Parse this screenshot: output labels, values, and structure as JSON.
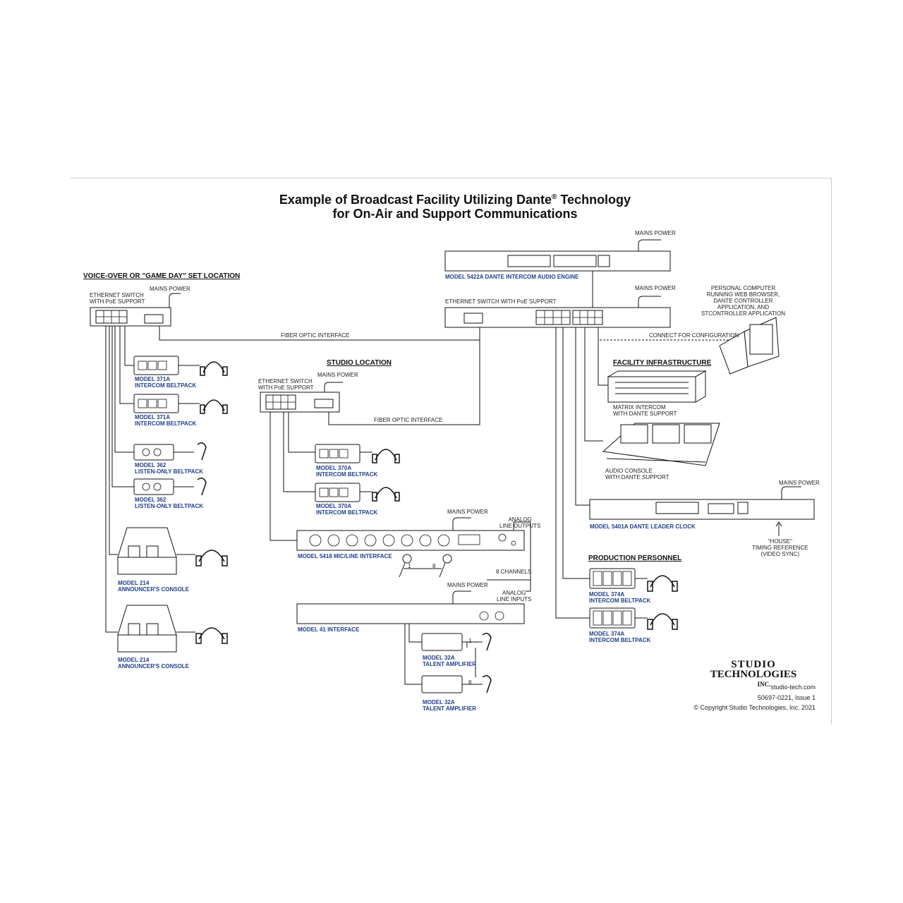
{
  "title": {
    "line1_prefix": "Example of Broadcast Facility Utilizing Dante",
    "line1_reg": "®",
    "line1_suffix": " Technology",
    "line2": "for On-Air and Support Communications"
  },
  "sections": {
    "voice_over": "VOICE-OVER OR \"GAME DAY\" SET LOCATION",
    "studio": "STUDIO LOCATION",
    "facility": "FACILITY INFRASTRUCTURE",
    "production": "PRODUCTION PERSONNEL"
  },
  "labels": {
    "mains_power": "MAINS POWER",
    "eth_switch_poe_l1": "ETHERNET SWITCH",
    "eth_switch_poe_l2": "WITH PoE SUPPORT",
    "eth_switch_main": "ETHERNET SWITCH WITH PoE SUPPORT",
    "fiber_optic": "FIBER OPTIC INTERFACE",
    "connect_config": "CONNECT FOR CONFIGURATION",
    "pc_l1": "PERSONAL COMPUTER",
    "pc_l2": "RUNNING WEB BROWSER,",
    "pc_l3": "DANTE CONTROLLER",
    "pc_l4": "APPLICATION, AND",
    "pc_l5": "STCONTROLLER APPLICATION",
    "matrix_l1": "MATRIX INTERCOM",
    "matrix_l2": "WITH DANTE SUPPORT",
    "console_l1": "AUDIO CONSOLE",
    "console_l2": "WITH DANTE SUPPORT",
    "house_l1": "\"HOUSE\"",
    "house_l2": "TIMING REFERENCE",
    "house_l3": "(VIDEO SYNC)",
    "analog_out_l1": "ANALOG",
    "analog_out_l2": "LINE OUTPUTS",
    "analog_in_l1": "ANALOG",
    "analog_in_l2": "LINE INPUTS",
    "eight_channels": "8 CHANNELS",
    "ch1": "1",
    "ch8": "8"
  },
  "models": {
    "m5422a": "MODEL 5422A DANTE INTERCOM AUDIO ENGINE",
    "m371a_l1": "MODEL 371A",
    "m371a_l2": "INTERCOM BELTPACK",
    "m362_l1": "MODEL 362",
    "m362_l2": "LISTEN-ONLY BELTPACK",
    "m214_l1": "MODEL 214",
    "m214_l2": "ANNOUNCER'S CONSOLE",
    "m370a_l1": "MODEL 370A",
    "m370a_l2": "INTERCOM BELTPACK",
    "m5418": "MODEL 5418 MIC/LINE INTERFACE",
    "m41": "MODEL 41 INTERFACE",
    "m32a_l1": "MODEL 32A",
    "m32a_l2": "TALENT AMPLIFIER",
    "m5401a": "MODEL 5401A DANTE LEADER CLOCK",
    "m374a_l1": "MODEL 374A",
    "m374a_l2": "INTERCOM BELTPACK"
  },
  "branding": {
    "logo_l1": "STUDIO",
    "logo_l2": "TECHNOLOGIES",
    "logo_l3": "INC.",
    "website": "studio-tech.com",
    "doc_number": "50697-0221, Issue 1",
    "copyright": "© Copyright Studio Technologies, Inc. 2021"
  },
  "colors": {
    "model_label": "#1f3e8c",
    "line": "#111111"
  }
}
